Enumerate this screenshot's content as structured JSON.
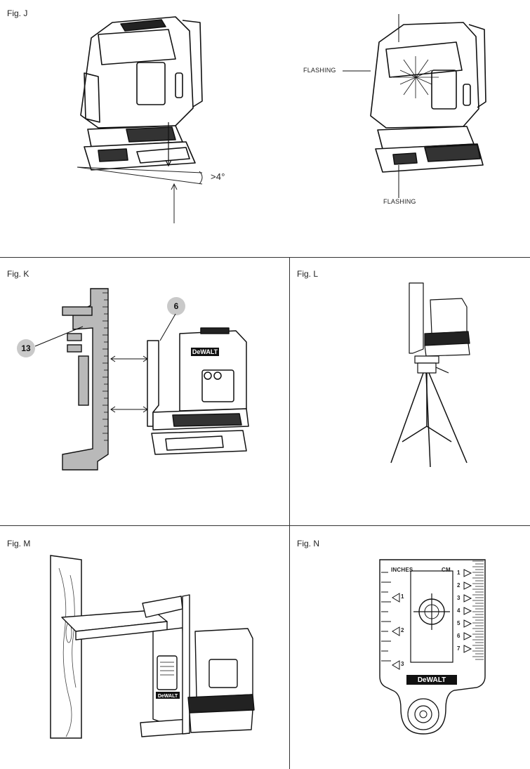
{
  "figures": {
    "j": {
      "label": "Fig. J",
      "angle": ">4°",
      "flash_side": "FLASHING",
      "flash_bottom": "FLASHING"
    },
    "k": {
      "label": "Fig. K",
      "callout_a": "13",
      "callout_b": "6",
      "brand": "DeWALT"
    },
    "l": {
      "label": "Fig. L"
    },
    "m": {
      "label": "Fig. M",
      "brand": "DeWALT"
    },
    "n": {
      "label": "Fig. N",
      "inches": "INCHES",
      "cm": "CM",
      "left_marks": [
        "1",
        "2",
        "3"
      ],
      "right_marks": [
        "1",
        "2",
        "3",
        "4",
        "5",
        "6",
        "7"
      ],
      "brand": "DeWALT"
    }
  }
}
